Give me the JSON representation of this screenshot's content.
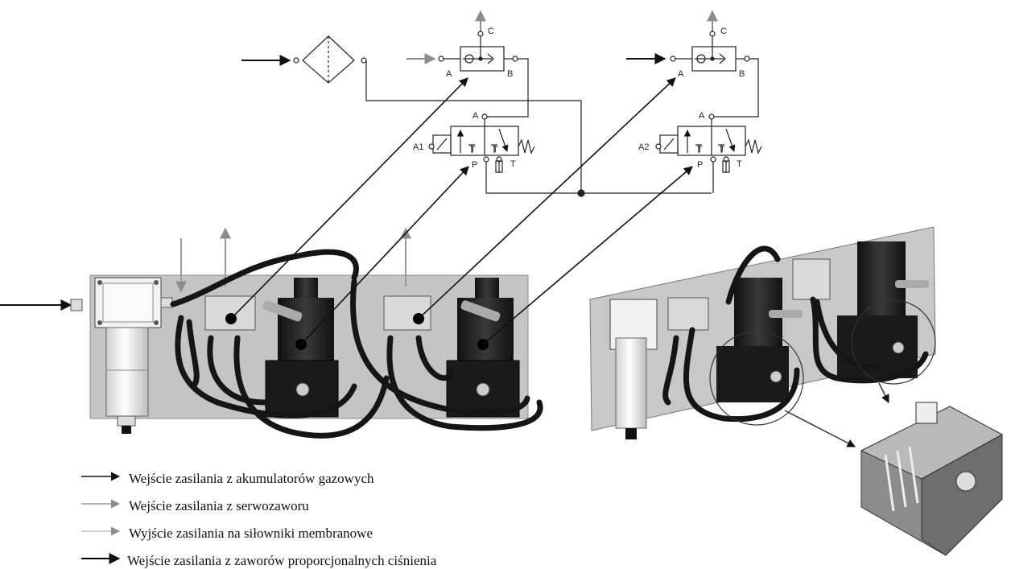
{
  "schematic": {
    "shuttle_left": {
      "port_c": "C",
      "port_a": "A",
      "port_b": "B"
    },
    "valve_left": {
      "port_a": "A",
      "port_p": "P",
      "port_t": "T",
      "port_t2": "T",
      "port_t3": "T",
      "solenoid": "A1"
    },
    "shuttle_right": {
      "port_c": "C",
      "port_a": "A",
      "port_b": "B"
    },
    "valve_right": {
      "port_a": "A",
      "port_p": "P",
      "port_t": "T",
      "port_t2": "T",
      "port_t3": "T",
      "solenoid": "A2"
    }
  },
  "legend": {
    "items": [
      {
        "text": "Wejście zasilania z akumulatorów gazowych",
        "color": "#111111"
      },
      {
        "text": "Wejście zasilania z serwozaworu",
        "color": "#9a9a9a"
      },
      {
        "text": "Wyjście zasilania na siłowniki membranowe",
        "color": "#bdbdbd"
      },
      {
        "text": "Wejście zasilania z zaworów proporcjonalnych ciśnienia",
        "color": "#000000"
      }
    ]
  },
  "colors": {
    "line": "#222222",
    "gray_arrow": "#8c8c8c",
    "panel": "#c4c4c4",
    "hose": "#151515"
  }
}
